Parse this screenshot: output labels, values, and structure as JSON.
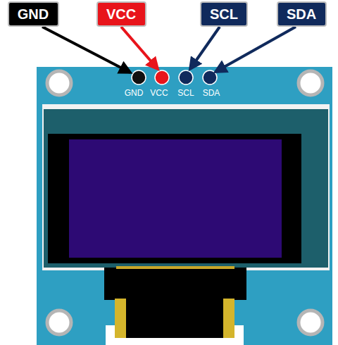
{
  "diagram": {
    "nodes": [
      {
        "text": [
          "GND"
        ]
      },
      {
        "text": [
          "VCC"
        ]
      },
      {
        "text": [
          "SCL"
        ]
      },
      {
        "text": [
          "SDA"
        ]
      }
    ],
    "labels": [
      "GND",
      "VCC",
      "SCL",
      "SDA"
    ]
  }
}
